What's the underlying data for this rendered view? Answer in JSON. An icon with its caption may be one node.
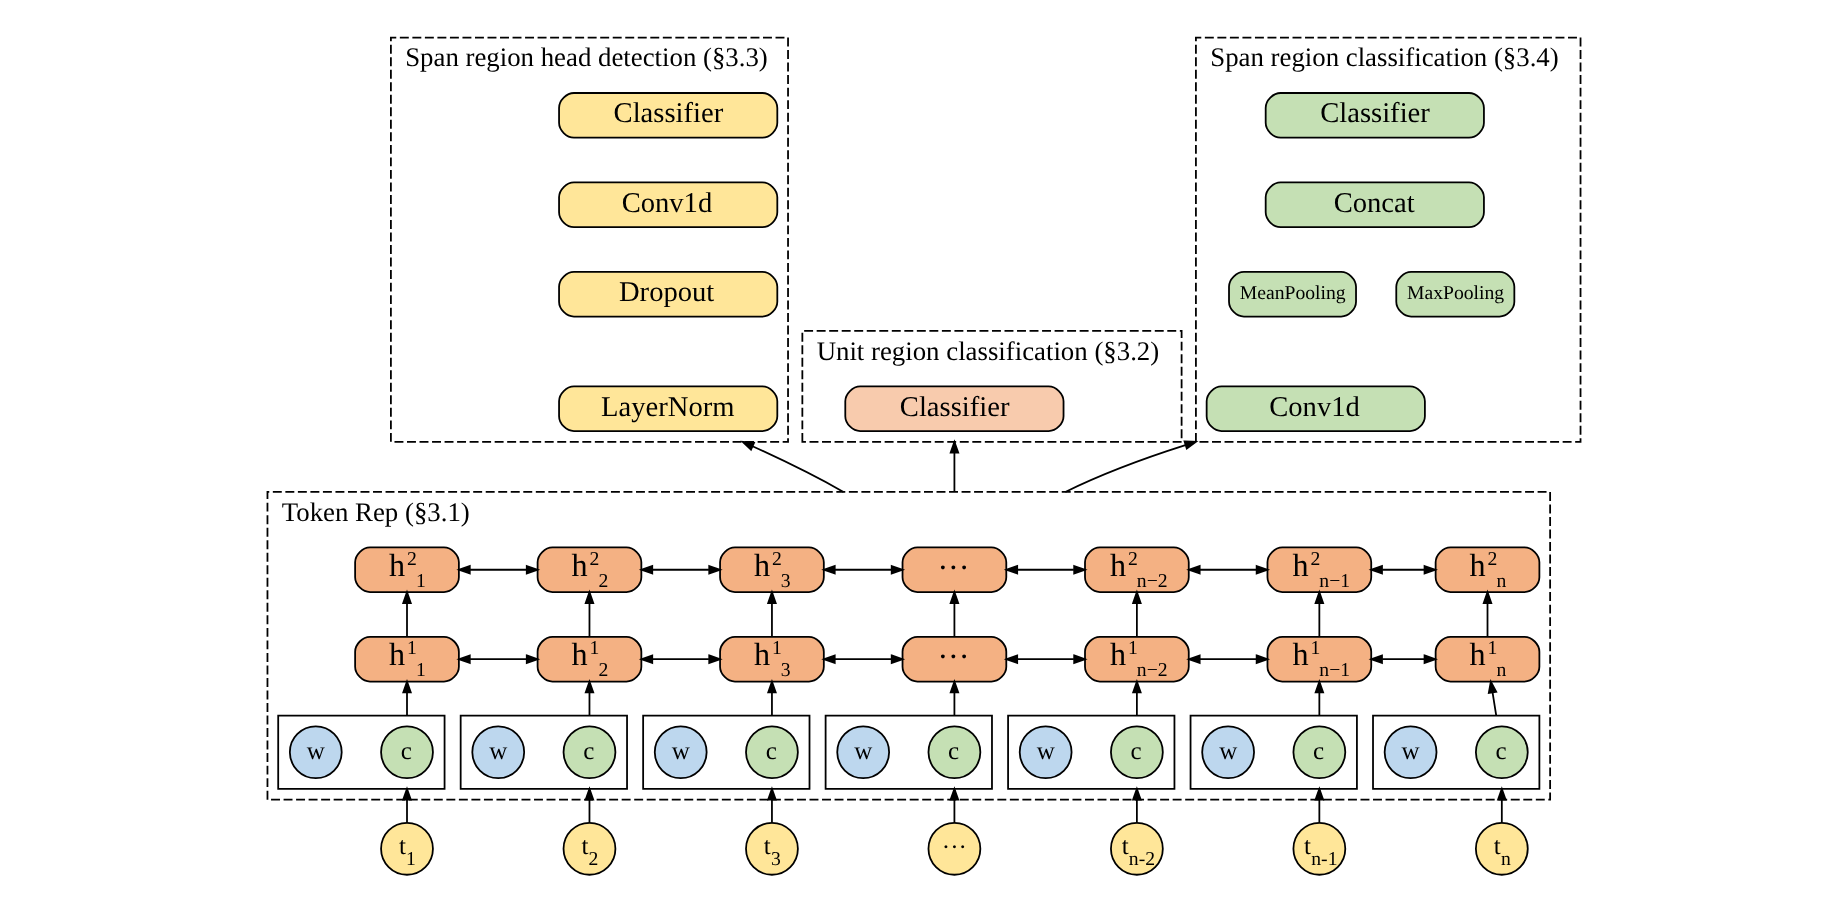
{
  "diagram": {
    "nodes": [
      {
        "text": [
          "Span region head detection (§3.3)"
        ]
      },
      {
        "text": [
          "Classifier"
        ],
        "in": 0
      },
      {
        "text": [
          "Conv1d"
        ],
        "in": 0
      },
      {
        "text": [
          "Dropout"
        ],
        "in": 0
      },
      {
        "text": [
          "LayerNorm"
        ],
        "in": 0
      },
      {
        "text": [
          "Unit region classification (§3.2)"
        ]
      },
      {
        "text": [
          "Classifier"
        ],
        "in": 5
      },
      {
        "text": [
          "Span region classification (§3.4)"
        ]
      },
      {
        "text": [
          "Classifier"
        ],
        "in": 7
      },
      {
        "text": [
          "Concat"
        ],
        "in": 7
      },
      {
        "text": [
          "MeanPooling"
        ],
        "in": 7
      },
      {
        "text": [
          "MaxPooling"
        ],
        "in": 7
      },
      {
        "text": [
          "Conv1d"
        ],
        "in": 7
      },
      {
        "text": [
          "Token Rep (§3.1)"
        ]
      },
      {
        "text": [
          "h$^{2}$$_{1}$"
        ],
        "in": 13
      },
      {
        "text": [
          "h$^{2}$$_{2}$"
        ],
        "in": 13
      },
      {
        "text": [
          "h$^{2}$$_{3}$"
        ],
        "in": 13
      },
      {
        "text": [
          "···"
        ],
        "in": 13
      },
      {
        "text": [
          "h$^{2}$$_{n−2}$"
        ],
        "in": 13
      },
      {
        "text": [
          "h$^{2}$$_{n−1}$"
        ],
        "in": 13
      },
      {
        "text": [
          "h$^{2}$$_{n}$"
        ],
        "in": 13
      },
      {
        "text": [
          "h$^{1}$$_{1}$"
        ],
        "in": 13
      },
      {
        "text": [
          "h$^{1}$$_{2}$"
        ],
        "in": 13
      },
      {
        "text": [
          "h$^{1}$$_{3}$"
        ],
        "in": 13
      },
      {
        "text": [
          "···"
        ],
        "in": 13
      },
      {
        "text": [
          "h$^{1}$$_{n−2}$"
        ],
        "in": 13
      },
      {
        "text": [
          "h$^{1}$$_{n−1}$"
        ],
        "in": 13
      },
      {
        "text": [
          "h$^{1}$$_{n}$"
        ],
        "in": 13
      },
      {
        "text": [],
        "shape": "box",
        "in": 13
      },
      {
        "text": [
          "w"
        ],
        "in": 28
      },
      {
        "text": [
          "c"
        ],
        "in": 28
      },
      {
        "text": [],
        "shape": "box",
        "in": 13
      },
      {
        "text": [
          "w"
        ],
        "in": 31
      },
      {
        "text": [
          "c"
        ],
        "in": 31
      },
      {
        "text": [],
        "shape": "box",
        "in": 13
      },
      {
        "text": [
          "w"
        ],
        "in": 34
      },
      {
        "text": [
          "c"
        ],
        "in": 34
      },
      {
        "text": [],
        "shape": "box",
        "in": 13
      },
      {
        "text": [
          "w"
        ],
        "in": 37
      },
      {
        "text": [
          "c"
        ],
        "in": 37
      },
      {
        "text": [],
        "shape": "box",
        "in": 13
      },
      {
        "text": [
          "w"
        ],
        "in": 40
      },
      {
        "text": [
          "c"
        ],
        "in": 40
      },
      {
        "text": [],
        "shape": "box",
        "in": 13
      },
      {
        "text": [
          "w"
        ],
        "in": 43
      },
      {
        "text": [
          "c"
        ],
        "in": 43
      },
      {
        "text": [],
        "shape": "box",
        "in": 13
      },
      {
        "text": [
          "w"
        ],
        "in": 46
      },
      {
        "text": [
          "c"
        ],
        "in": 46
      },
      {
        "text": [
          "t$_{1}$"
        ]
      },
      {
        "text": [
          "t$_{2}$"
        ]
      },
      {
        "text": [
          "t$_{3}$"
        ]
      },
      {
        "text": [
          "···"
        ]
      },
      {
        "text": [
          "t$_{n-2}$"
        ]
      },
      {
        "text": [
          "t$_{n-1}$"
        ]
      },
      {
        "text": [
          "t$_{n}$"
        ]
      }
    ],
    "edges": [
      {
        "from": 49,
        "to": 28,
        "arrow": "to"
      },
      {
        "from": 50,
        "to": 31,
        "arrow": "to"
      },
      {
        "from": 51,
        "to": 34,
        "arrow": "to"
      },
      {
        "from": 52,
        "to": 37,
        "arrow": "to"
      },
      {
        "from": 53,
        "to": 40,
        "arrow": "to"
      },
      {
        "from": 54,
        "to": 43,
        "arrow": "to"
      },
      {
        "from": 55,
        "to": 46,
        "arrow": "to"
      },
      {
        "from": 28,
        "to": 21,
        "arrow": "to"
      },
      {
        "from": 31,
        "to": 22,
        "arrow": "to"
      },
      {
        "from": 34,
        "to": 23,
        "arrow": "to"
      },
      {
        "from": 37,
        "to": 24,
        "arrow": "to"
      },
      {
        "from": 40,
        "to": 25,
        "arrow": "to"
      },
      {
        "from": 43,
        "to": 26,
        "arrow": "to"
      },
      {
        "from": 46,
        "to": 27,
        "arrow": "to"
      },
      {
        "from": 21,
        "to": 14,
        "arrow": "to"
      },
      {
        "from": 22,
        "to": 15,
        "arrow": "to"
      },
      {
        "from": 23,
        "to": 16,
        "arrow": "to"
      },
      {
        "from": 24,
        "to": 17,
        "arrow": "to"
      },
      {
        "from": 25,
        "to": 18,
        "arrow": "to"
      },
      {
        "from": 26,
        "to": 19,
        "arrow": "to"
      },
      {
        "from": 27,
        "to": 20,
        "arrow": "to"
      },
      {
        "from": 21,
        "to": 22,
        "arrow": "both"
      },
      {
        "from": 22,
        "to": 23,
        "arrow": "both"
      },
      {
        "from": 23,
        "to": 24,
        "arrow": "both"
      },
      {
        "from": 24,
        "to": 25,
        "arrow": "both"
      },
      {
        "from": 25,
        "to": 26,
        "arrow": "both"
      },
      {
        "from": 26,
        "to": 27,
        "arrow": "both"
      },
      {
        "from": 14,
        "to": 15,
        "arrow": "both"
      },
      {
        "from": 15,
        "to": 16,
        "arrow": "both"
      },
      {
        "from": 16,
        "to": 17,
        "arrow": "both"
      },
      {
        "from": 17,
        "to": 18,
        "arrow": "both"
      },
      {
        "from": 18,
        "to": 19,
        "arrow": "both"
      },
      {
        "from": 19,
        "to": 20,
        "arrow": "both"
      },
      {
        "from": 13,
        "to": 0,
        "arrow": "to"
      },
      {
        "from": 13,
        "to": 5,
        "arrow": "to"
      },
      {
        "from": 13,
        "to": 7,
        "arrow": "to"
      }
    ]
  }
}
